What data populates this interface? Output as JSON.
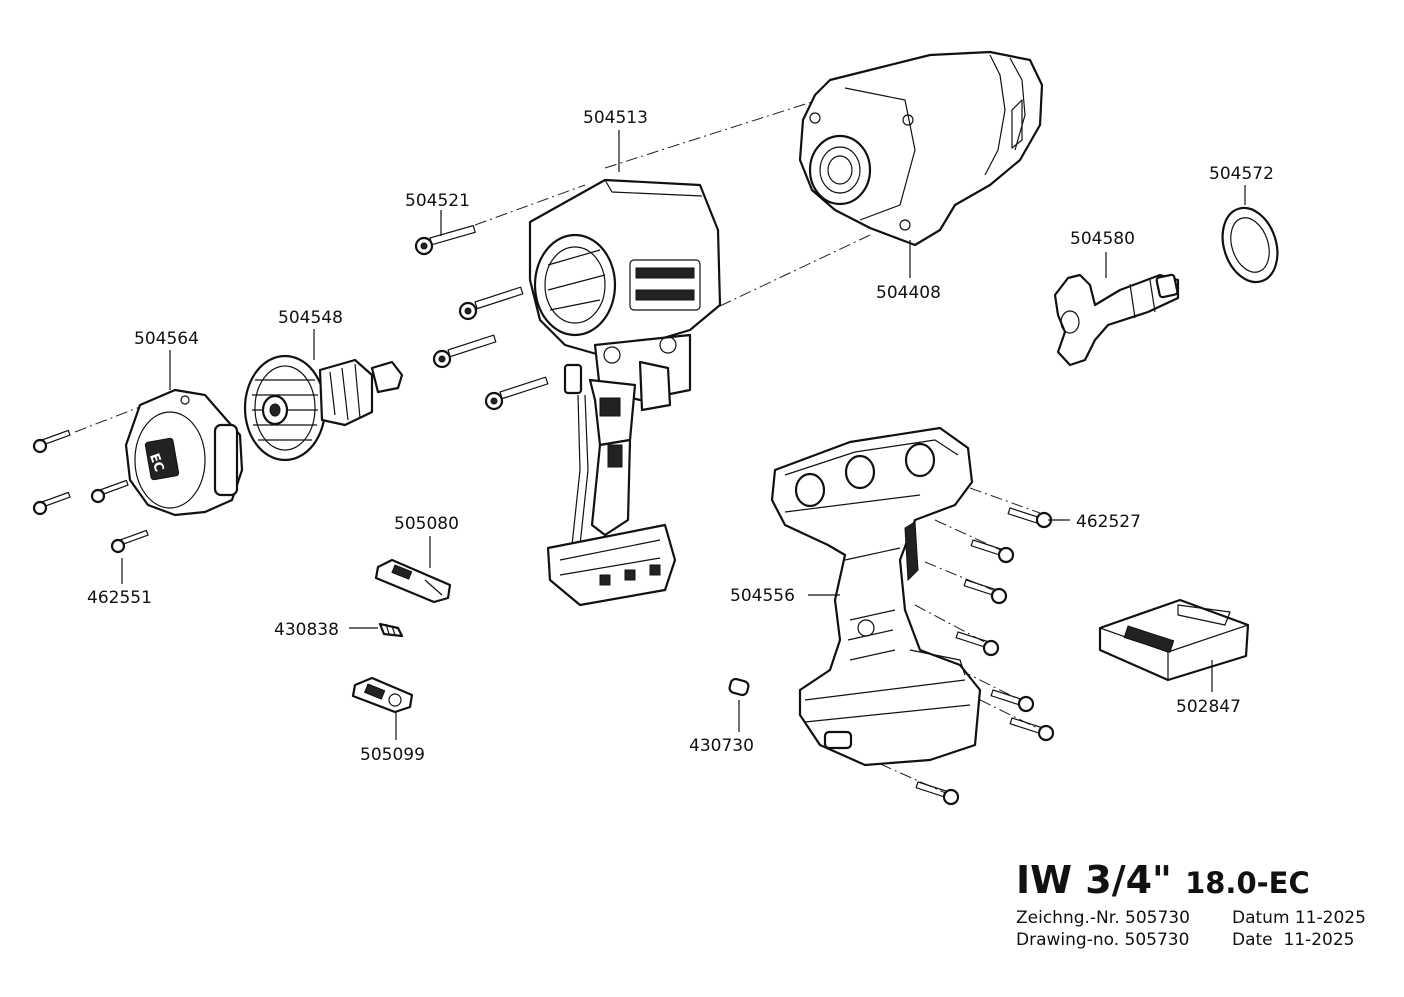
{
  "title_block": {
    "model": "IW 3/4\"",
    "model_suffix": "18.0-EC",
    "drawing_de": "Zeichng.-Nr. 505730",
    "date_de": "Datum 11-2025",
    "drawing_en": "Drawing-no. 505730",
    "date_en": "Date  11-2025"
  },
  "parts": [
    {
      "id": "504513"
    },
    {
      "id": "504521"
    },
    {
      "id": "504408"
    },
    {
      "id": "504572"
    },
    {
      "id": "504580"
    },
    {
      "id": "504564"
    },
    {
      "id": "504548"
    },
    {
      "id": "462551"
    },
    {
      "id": "505080"
    },
    {
      "id": "430838"
    },
    {
      "id": "505099"
    },
    {
      "id": "462527"
    },
    {
      "id": "504556"
    },
    {
      "id": "502847"
    },
    {
      "id": "430730"
    }
  ]
}
